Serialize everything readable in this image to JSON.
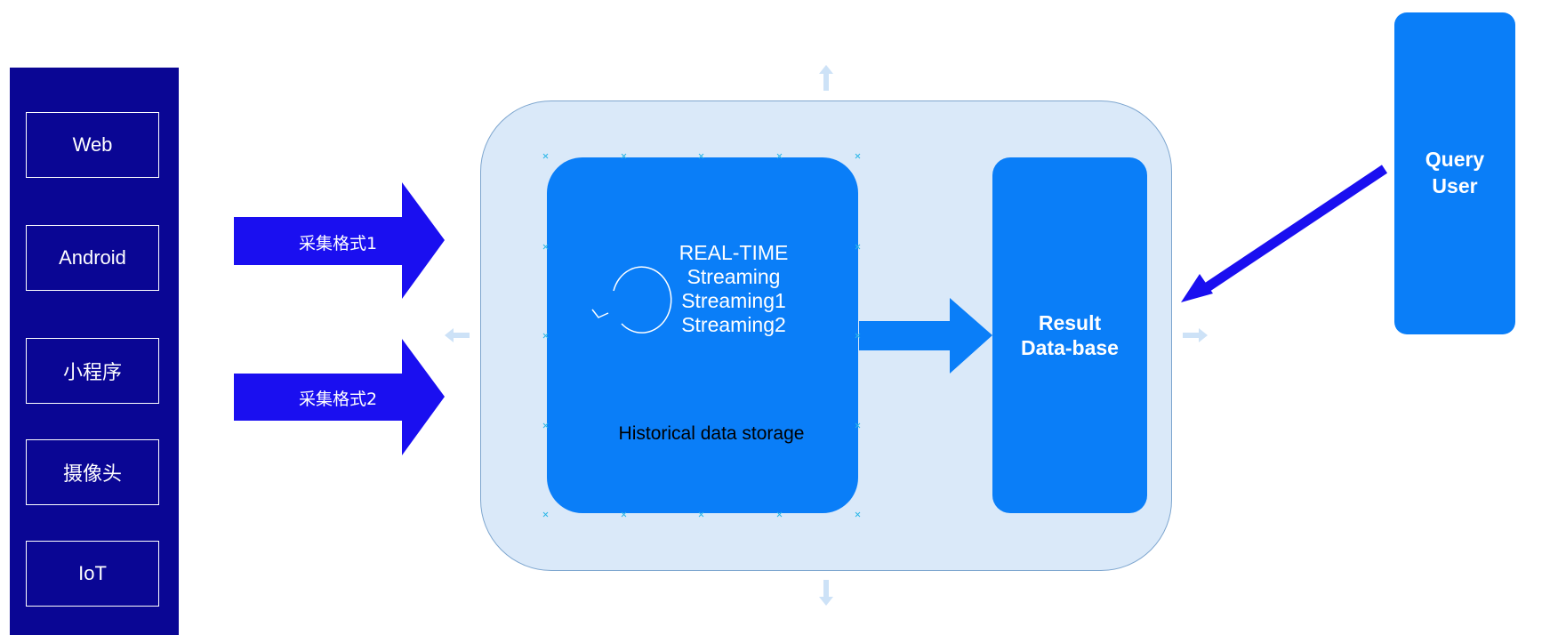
{
  "sources": {
    "items": [
      {
        "label": "Web"
      },
      {
        "label": "Android"
      },
      {
        "label": "小程序"
      },
      {
        "label": "摄像头"
      },
      {
        "label": "IoT"
      }
    ]
  },
  "ingest_arrows": [
    {
      "label": "采集格式1"
    },
    {
      "label": "采集格式2"
    }
  ],
  "processing": {
    "realtime_lines": [
      "REAL-TIME",
      "Streaming",
      "Streaming1",
      "Streaming2"
    ],
    "history_label": "Historical data storage"
  },
  "result_db": {
    "lines": [
      "Result",
      "Data-base"
    ]
  },
  "query_user": {
    "lines": [
      "Query",
      "User"
    ]
  },
  "colors": {
    "source_panel": "#0a0694",
    "ingest_arrow": "#1a0ff0",
    "box_blue": "#0a7ef8",
    "container_fill": "#dae9f9",
    "query_arrow": "#1a0ff0"
  }
}
